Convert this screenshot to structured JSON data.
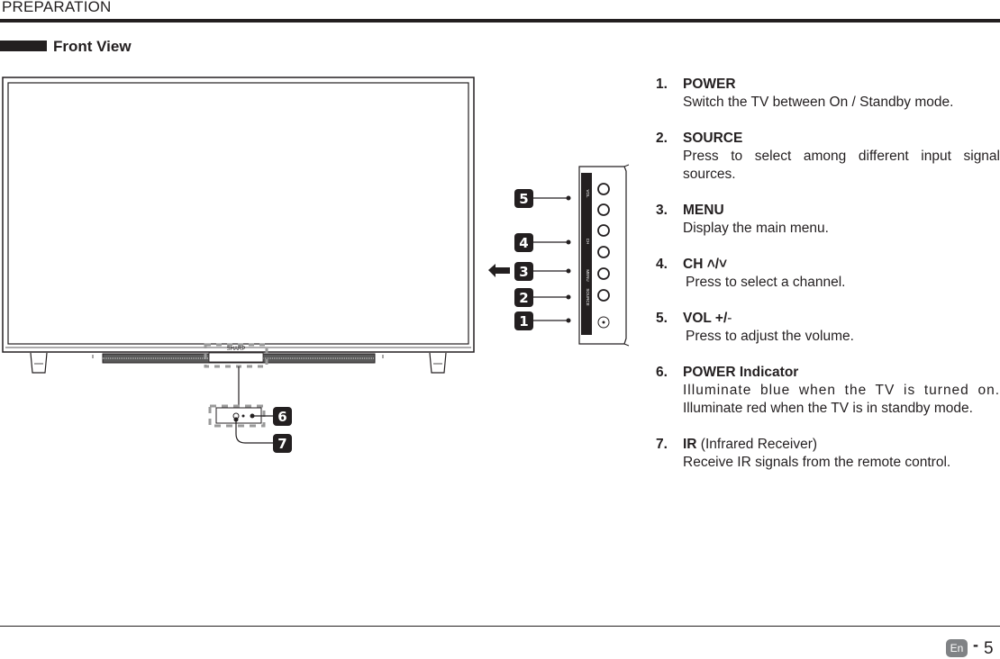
{
  "header": {
    "title": "PREPARATION"
  },
  "section": {
    "title": "Front View"
  },
  "figure": {
    "callouts": [
      "5",
      "4",
      "3",
      "2",
      "1",
      "6",
      "7"
    ],
    "tv_logo": "SHARP",
    "panel_labels": [
      "VOL",
      "CH",
      "MENU",
      "SOURCE"
    ]
  },
  "items": [
    {
      "num": "1.",
      "title": "POWER",
      "desc": "Switch the TV between On / Standby mode."
    },
    {
      "num": "2.",
      "title": "SOURCE",
      "desc": "Press to select among different input signal sources."
    },
    {
      "num": "3.",
      "title": "MENU",
      "desc": "Display the main menu."
    },
    {
      "num": "4.",
      "title": "CH ˄/˅",
      "desc": " Press to select a channel."
    },
    {
      "num": "5.",
      "title": "VOL +/",
      "title_suffix": "-",
      "desc": " Press to adjust the volume."
    },
    {
      "num": "6.",
      "title": "POWER Indicator",
      "desc_line1": "Illuminate blue when the TV is turned on.",
      "desc_line2": "Illuminate red when the TV is in standby mode."
    },
    {
      "num": "7.",
      "title": "IR",
      "title_suffix": " (Infrared Receiver)",
      "desc": "Receive IR signals from the remote control."
    }
  ],
  "footer": {
    "language": "En",
    "separator": "-",
    "page": "5"
  }
}
